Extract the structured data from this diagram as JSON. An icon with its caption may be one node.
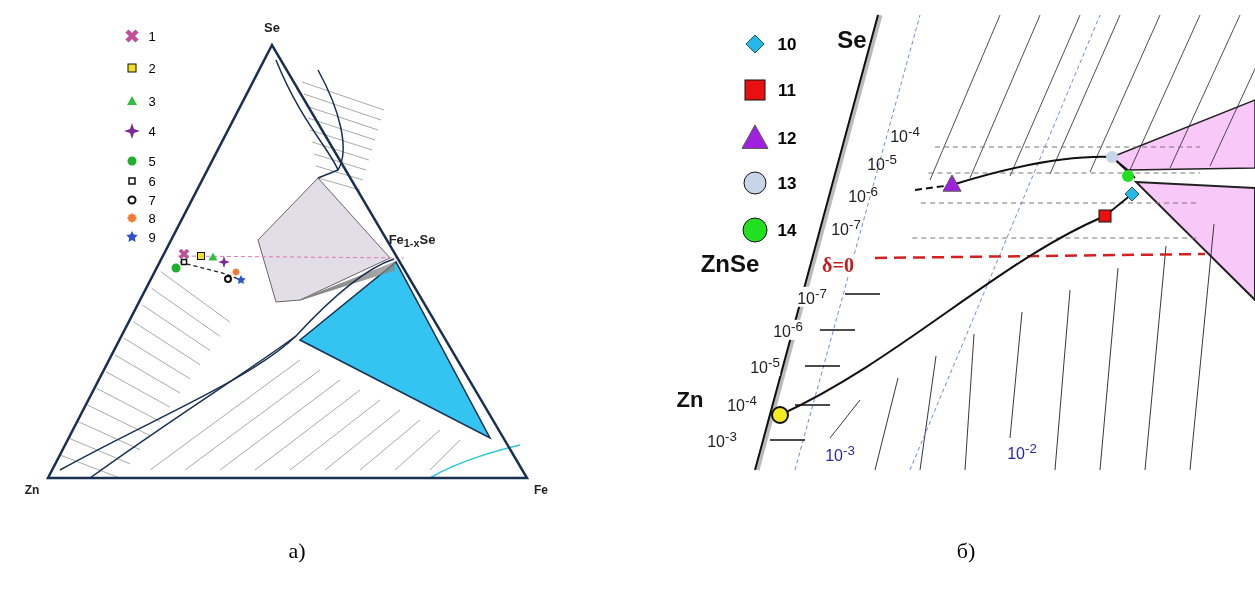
{
  "diagram": {
    "labels": [
      "Se",
      "Fe$_{1-x}$Se",
      "Zn",
      "Fe",
      "a)",
      "Se",
      "10$^{-4}$",
      "10$^{-5}$",
      "10$^{-6}$",
      "10$^{-7}$",
      "ZnSe",
      "δ=0",
      "10$^{-7}$",
      "10$^{-6}$",
      "10$^{-5}$",
      "Zn",
      "10$^{-4}$",
      "10$^{-3}$",
      "10$^{-3}$",
      "10$^{-2}$",
      "б)"
    ],
    "legend": [
      {
        "text": "1"
      },
      {
        "text": "2"
      },
      {
        "text": "3"
      },
      {
        "text": "4"
      },
      {
        "text": "5"
      },
      {
        "text": "6"
      },
      {
        "text": "7"
      },
      {
        "text": "8"
      },
      {
        "text": "9"
      },
      {
        "text": "10"
      },
      {
        "text": "11"
      },
      {
        "text": "12"
      },
      {
        "text": "13"
      },
      {
        "text": "14"
      }
    ]
  }
}
